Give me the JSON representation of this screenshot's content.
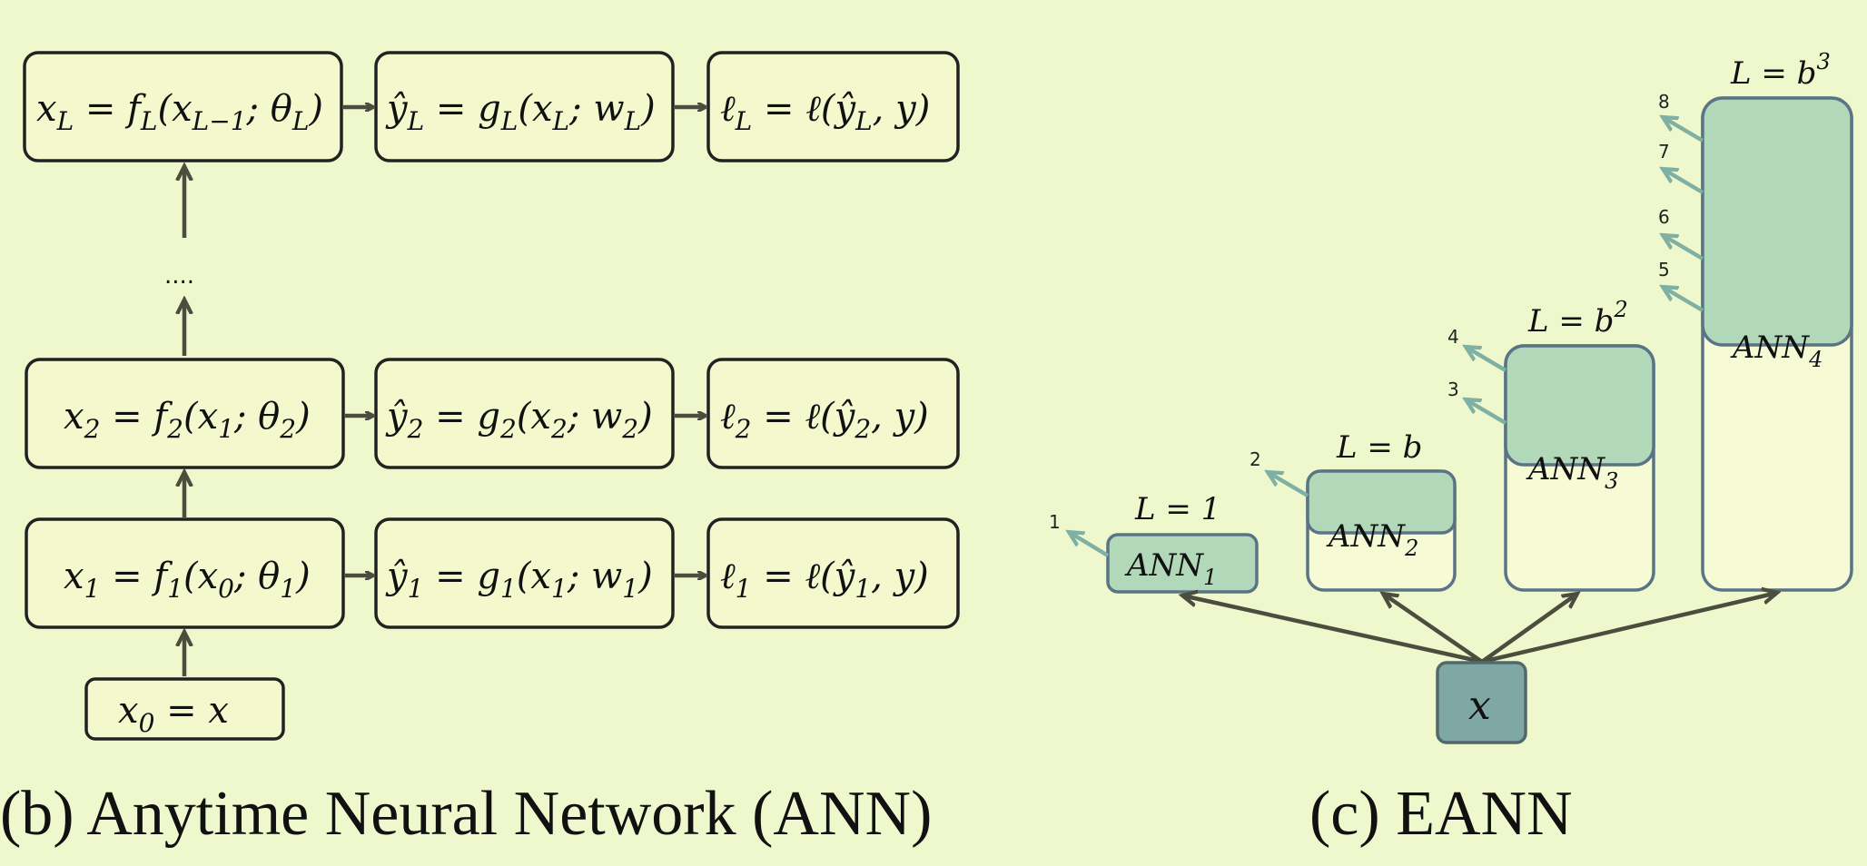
{
  "panel_b": {
    "caption": "(b) Anytime Neural Network (ANN)",
    "input": {
      "x": "x",
      "sub": "0",
      "rhs": "= x"
    },
    "ellipsis": "....",
    "rows": [
      {
        "f": {
          "lhs": "x",
          "lhs_sub": "L",
          "mid": " = f",
          "mid_sub": "L",
          "args": "(x",
          "args_sub": "L−1",
          "tail": "; θ",
          "tail_sub": "L",
          "end": ")"
        },
        "g": {
          "lhs": "ŷ",
          "lhs_sub": "L",
          "mid": " = g",
          "mid_sub": "L",
          "args": "(x",
          "args_sub": "L",
          "tail": "; w",
          "tail_sub": "L",
          "end": ")"
        },
        "l": {
          "lhs": "ℓ",
          "lhs_sub": "L",
          "mid": " = ℓ(ŷ",
          "mid_sub": "L",
          "end": ", y)"
        }
      },
      {
        "f": {
          "lhs": "x",
          "lhs_sub": "2",
          "mid": " = f",
          "mid_sub": "2",
          "args": "(x",
          "args_sub": "1",
          "tail": "; θ",
          "tail_sub": "2",
          "end": ")"
        },
        "g": {
          "lhs": "ŷ",
          "lhs_sub": "2",
          "mid": " = g",
          "mid_sub": "2",
          "args": "(x",
          "args_sub": "2",
          "tail": "; w",
          "tail_sub": "2",
          "end": ")"
        },
        "l": {
          "lhs": "ℓ",
          "lhs_sub": "2",
          "mid": " = ℓ(ŷ",
          "mid_sub": "2",
          "end": ", y)"
        }
      },
      {
        "f": {
          "lhs": "x",
          "lhs_sub": "1",
          "mid": " = f",
          "mid_sub": "1",
          "args": "(x",
          "args_sub": "0",
          "tail": "; θ",
          "tail_sub": "1",
          "end": ")"
        },
        "g": {
          "lhs": "ŷ",
          "lhs_sub": "1",
          "mid": " = g",
          "mid_sub": "1",
          "args": "(x",
          "args_sub": "1",
          "tail": "; w",
          "tail_sub": "1",
          "end": ")"
        },
        "l": {
          "lhs": "ℓ",
          "lhs_sub": "1",
          "mid": " = ℓ(ŷ",
          "mid_sub": "1",
          "end": ", y)"
        }
      }
    ]
  },
  "panel_c": {
    "caption": "(c) EANN",
    "input_label": "x",
    "networks": [
      {
        "name": "ANN",
        "sub": "1",
        "depth_label": "L = 1",
        "exits": [
          "1"
        ]
      },
      {
        "name": "ANN",
        "sub": "2",
        "depth_label": "L = b",
        "exits": [
          "2"
        ]
      },
      {
        "name": "ANN",
        "sub": "3",
        "depth_label": "L = b",
        "depth_sup": "2",
        "exits": [
          "3",
          "4"
        ]
      },
      {
        "name": "ANN",
        "sub": "4",
        "depth_label": "L = b",
        "depth_sup": "3",
        "exits": [
          "5",
          "6",
          "7",
          "8"
        ]
      }
    ]
  },
  "colors": {
    "background": "#eef8cc",
    "box_fill": "#f3f8cd",
    "ann_fill": "#b1d8b8",
    "ann_stroke": "#5b7485",
    "input_fill": "#7fa7a4",
    "exit_arrow": "#7fb0a3",
    "flow_arrow": "#4b4d3f"
  }
}
